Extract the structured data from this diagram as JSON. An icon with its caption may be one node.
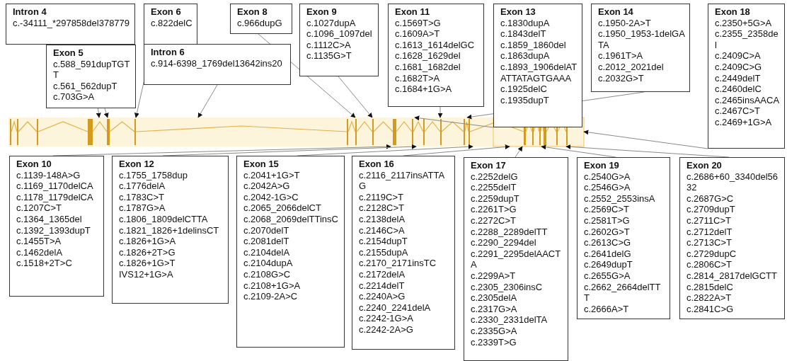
{
  "diagram": {
    "nodes": [
      {
        "text": [
          "Intron 4",
          "c.-34111_*297858del378779"
        ]
      },
      {
        "text": [
          "Exon 6",
          "c.822delC"
        ]
      },
      {
        "text": [
          "Exon 8",
          "c.966dupG"
        ]
      },
      {
        "text": [
          "Exon 9",
          "c.1027dupA",
          "c.1096_1097del",
          "c.1112C>A",
          "c.1135G>T"
        ]
      },
      {
        "text": [
          "Exon 11",
          "c.1569T>G",
          "c.1609A>T",
          "c.1613_1614delGC",
          "c.1628_1629del",
          "c.1681_1682del",
          "c.1682T>A",
          "c.1684+1G>A"
        ]
      },
      {
        "text": [
          "Exon 13",
          "c.1830dupA",
          "c.1843delT",
          "c.1859_1860del",
          "c.1863dupA",
          "c.1893_1906delATATTATAGTGAAA",
          "c.1925delC",
          "c.1935dupT"
        ]
      },
      {
        "text": [
          "Exon 14",
          "c.1950-2A>T",
          "c.1950_1953-1delGATA",
          "c.1961T>A",
          "c.2012_2021del",
          "c.2032G>T"
        ]
      },
      {
        "text": [
          "Exon 18",
          "c.2350+5G>A",
          "c.2355_2358del",
          "c.2409C>A",
          "c.2409C>G",
          "c.2449delT",
          "c.2460delC",
          "c.2465insAACA",
          "c.2467C>T",
          "c.2469+1G>A"
        ]
      },
      {
        "text": [
          "Exon 5",
          "c.588_591dupTGTT",
          "c.561_562dupT",
          "c.703G>A"
        ]
      },
      {
        "text": [
          "Intron 6",
          "c.914-6398_1769del13642ins20"
        ]
      },
      {
        "text": [],
        "shape": "bar"
      },
      {
        "text": [
          "Exon 10",
          "c.1139-148A>G",
          "c.1169_1170delCA",
          "c.1178_1179delCA",
          "c.1207C>T",
          "c.1364_1365del",
          "c.1392_1393dupT",
          "c.1455T>A",
          "c.1462delA",
          "c.1518+2T>C"
        ]
      },
      {
        "text": [
          "Exon 12",
          "c.1755_1758dup",
          "c.1776delA",
          "c.1783C>T",
          "c.1787G>A",
          "c.1806_1809delCTTA",
          "c.1821_1826+1delinsCT",
          "c.1826+1G>A",
          "c.1826+2T>G",
          "c.1826+1G>T",
          "IVS12+1G>A"
        ]
      },
      {
        "text": [
          "Exon 15",
          "c.2041+1G>T",
          "c.2042A>G",
          "c.2042-1G>C",
          "c.2065_2066delCT",
          "c.2068_2069delTTinsC",
          "c.2070delT",
          "c.2081delT",
          "c.2104delA",
          "c.2104dupA",
          "c.2108G>C",
          "c.2108+1G>A",
          "c.2109-2A>C"
        ]
      },
      {
        "text": [
          "Exon 16",
          "c.2116_2117insATTAG",
          "c.2119C>T",
          "c.2128C>T",
          "c.2138delA",
          "c.2146C>A",
          "c.2154dupT",
          "c.2155dupA",
          "c.2170_2171insTC",
          "c.2172delA",
          "c.2214delT",
          "c.2240A>G",
          "c.2240_2241delA",
          "c.2242-1G>A",
          "c.2242-2A>G"
        ]
      },
      {
        "text": [
          "Exon 17",
          "c.2252delG",
          "c.2255delT",
          "c.2259dupT",
          "c.2261T>G",
          "c.2272C>T",
          "c.2288_2289delTT",
          "c.2290_2294del",
          "c.2291_2295delAACTA",
          "c.2299A>T",
          "c.2305_2306insC",
          "c.2305delA",
          "c.2317G>A",
          "c.2330_2331delTA",
          "c.2335G>A",
          "c.2339T>G"
        ]
      },
      {
        "text": [
          "Exon 19",
          "c.2540G>A",
          "c.2546G>A",
          "c.2552_2553insA",
          "c.2569C>T",
          "c.2581T>G",
          "c.2602G>T",
          "c.2613C>G",
          "c.2641delG",
          "c.2649dupT",
          "c.2655G>A",
          "c.2662_2664delTTT",
          "c.2666A>T"
        ]
      },
      {
        "text": [
          "Exon 20",
          "c.2686+60_3340del5632",
          "c.2687G>C",
          "c.2709dupT",
          "c.2711C>T",
          "c.2712delT",
          "c.2713C>T",
          "c.2729dupC",
          "c.2806C>T",
          "c.2814_2817delGCTT",
          "c.2815delC",
          "c.2822A>T",
          "c.2841C>G"
        ]
      }
    ],
    "edges": [
      {
        "from": 0,
        "to": 10,
        "arrow": "to"
      },
      {
        "from": 8,
        "to": 10,
        "arrow": "to"
      },
      {
        "from": 1,
        "to": 10,
        "arrow": "to"
      },
      {
        "from": 9,
        "to": 10,
        "arrow": "to"
      },
      {
        "from": 2,
        "to": 10,
        "arrow": "to"
      },
      {
        "from": 3,
        "to": 10,
        "arrow": "to"
      },
      {
        "from": 4,
        "to": 10,
        "arrow": "to"
      },
      {
        "from": 5,
        "to": 10,
        "arrow": "to"
      },
      {
        "from": 6,
        "to": 10,
        "arrow": "to"
      },
      {
        "from": 7,
        "to": 10,
        "arrow": "to"
      },
      {
        "from": 11,
        "to": 10,
        "arrow": "to"
      },
      {
        "from": 12,
        "to": 10,
        "arrow": "to"
      },
      {
        "from": 13,
        "to": 10,
        "arrow": "to"
      },
      {
        "from": 14,
        "to": 10,
        "arrow": "to"
      },
      {
        "from": 15,
        "to": 10,
        "arrow": "to"
      },
      {
        "from": 16,
        "to": 10,
        "arrow": "to"
      },
      {
        "from": 17,
        "to": 10,
        "arrow": "to"
      }
    ]
  }
}
